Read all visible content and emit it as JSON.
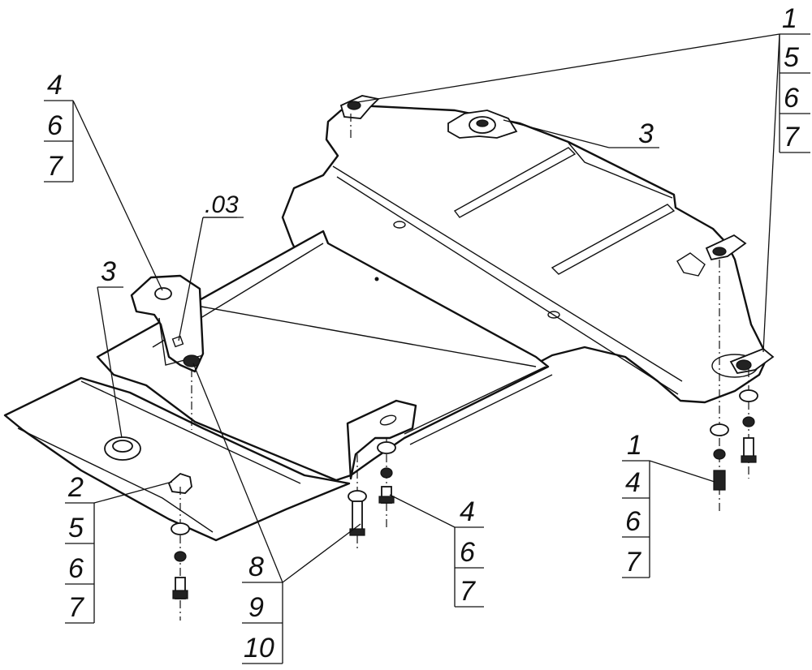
{
  "callouts": {
    "top_right": [
      "1",
      "5",
      "6",
      "7"
    ],
    "top_left": [
      "4",
      "6",
      "7"
    ],
    "center_top": [
      ".03"
    ],
    "top_center_3": [
      "3"
    ],
    "left_3": [
      "3"
    ],
    "bottom_left": [
      "2",
      "5",
      "6",
      "7"
    ],
    "bottom_center_left": [
      "8",
      "9",
      "10"
    ],
    "bottom_center_right": [
      "4",
      "6",
      "7"
    ],
    "bottom_right": [
      "1",
      "4",
      "6",
      "7"
    ]
  }
}
